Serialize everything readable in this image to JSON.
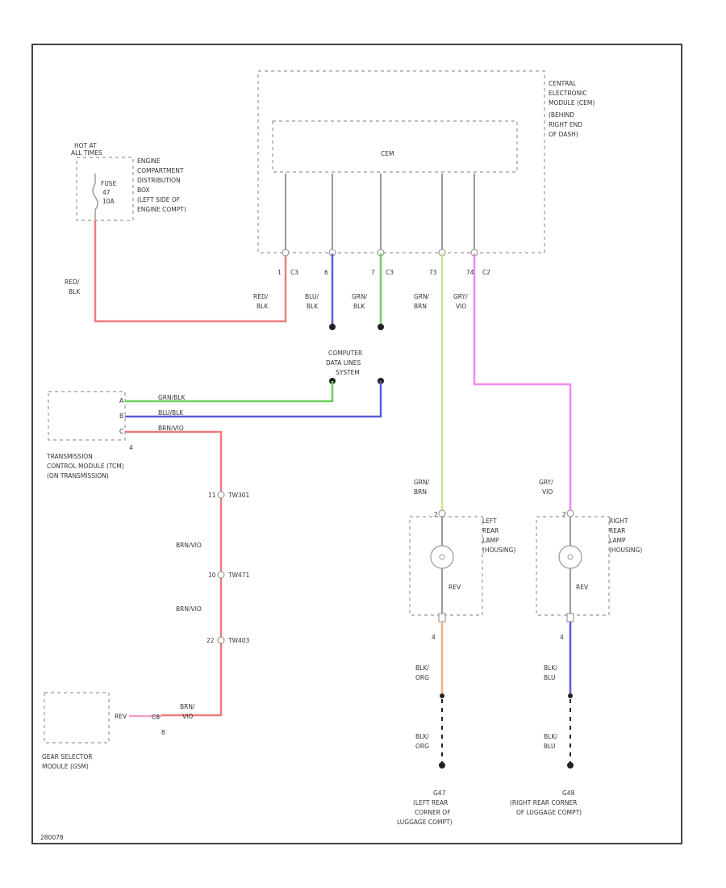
{
  "footer_code": "280078",
  "power": {
    "hot_label_1": "HOT AT",
    "hot_label_2": "ALL TIMES",
    "fuse_1": "FUSE",
    "fuse_2": "47",
    "fuse_3": "10A",
    "box_1": "ENGINE",
    "box_2": "COMPARTMENT",
    "box_3": "DISTRIBUTION",
    "box_4": "BOX",
    "box_5": "(LEFT SIDE OF",
    "box_6": "ENGINE COMPT)",
    "wire_1": "RED/",
    "wire_2": "BLK"
  },
  "cem": {
    "label_1": "CENTRAL",
    "label_2": "ELECTRONIC",
    "label_3": "MODULE (CEM)",
    "label_4": "(BEHIND",
    "label_5": "RIGHT END",
    "label_6": "OF DASH)",
    "inner": "CEM",
    "pins": {
      "p1": "1",
      "c3a": "C3",
      "p6": "6",
      "p7": "7",
      "c3b": "C3",
      "p73": "73",
      "p74": "74",
      "c2": "C2"
    },
    "wires": {
      "red_1": "RED/",
      "red_2": "BLK",
      "blu_1": "BLU/",
      "blu_2": "BLK",
      "grn_1": "GRN/",
      "grn_2": "BLK",
      "grnbrn_1": "GRN/",
      "grnbrn_2": "BRN",
      "gryvio_1": "GRY/",
      "gryvio_2": "VIO"
    }
  },
  "data_lines": {
    "l1": "COMPUTER",
    "l2": "DATA LINES",
    "l3": "SYSTEM"
  },
  "tcm": {
    "l1": "TRANSMISSION",
    "l2": "CONTROL MODULE (TCM)",
    "l3": "(ON TRANSMISSION)",
    "pin_a": "A",
    "pin_b": "B",
    "pin_c": "C",
    "pin_4": "4",
    "wire_green": "GRN/BLK",
    "wire_blue": "BLU/BLK",
    "wire_red": "BRN/VIO"
  },
  "harness": {
    "c1_pin": "11",
    "c1": "TW301",
    "w1": "BRN/VIO",
    "c2_pin": "10",
    "c2": "TW471",
    "w2": "BRN/VIO",
    "c3_pin": "22",
    "c3": "TW403"
  },
  "gsm": {
    "l1": "GEAR SELECTOR",
    "l2": "MODULE (GSM)",
    "rev": "REV",
    "pin": "C8",
    "pin_num": "8",
    "wire_1": "BRN/",
    "wire_2": "VIO"
  },
  "left_lamp": {
    "wire_1": "GRN/",
    "wire_2": "BRN",
    "pin_top": "2",
    "l1": "LEFT",
    "l2": "REAR",
    "l3": "LAMP",
    "l4": "(HOUSING)",
    "rev": "REV",
    "pin_bot": "4",
    "gnd_w1": "BLK/",
    "gnd_w2": "ORG",
    "gnd_w3": "BLK/",
    "gnd_w4": "ORG",
    "gnd_1": "G47",
    "gnd_2": "(LEFT REAR",
    "gnd_3": "CORNER OF",
    "gnd_4": "LUGGAGE COMPT)"
  },
  "right_lamp": {
    "wire_1": "GRY/",
    "wire_2": "VIO",
    "pin_top": "2",
    "l1": "RIGHT",
    "l2": "REAR",
    "l3": "LAMP",
    "l4": "(HOUSING)",
    "rev": "REV",
    "pin_bot": "4",
    "gnd_w1": "BLK/",
    "gnd_w2": "BLU",
    "gnd_w3": "BLK/",
    "gnd_w4": "BLU",
    "gnd_1": "G48",
    "gnd_2": "(RIGHT REAR CORNER",
    "gnd_3": "OF LUGGAGE COMPT)"
  },
  "colors": {
    "red_wire": "#f07a7a",
    "blue_wire": "#5a5ae0",
    "green_wire": "#6ccf5e",
    "lime_wire": "#c9ea8a",
    "pink_wire": "#f08ae8",
    "orange_wire": "#f0b080",
    "gsm_wire": "#f5a0c8"
  }
}
